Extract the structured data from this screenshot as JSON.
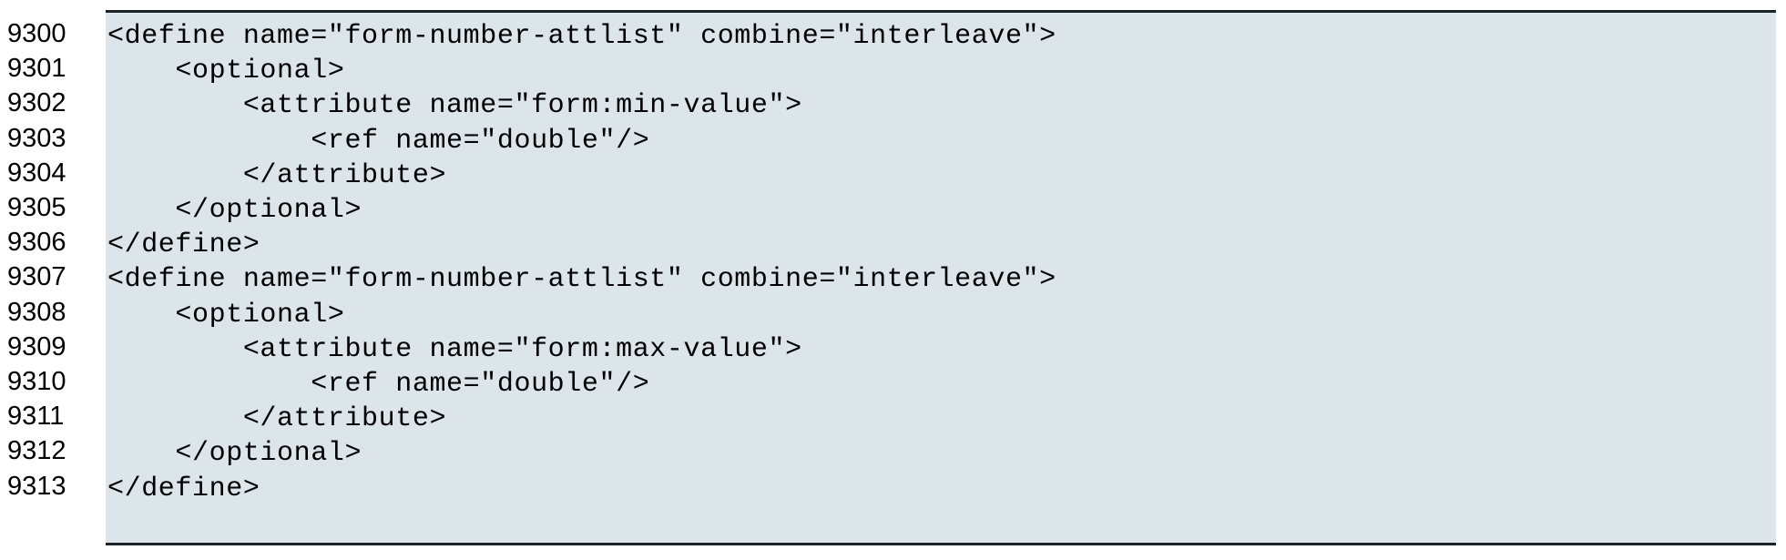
{
  "listing": {
    "language": "relaxng-xml",
    "background_color": "#dbe5ea",
    "border_color": "#1a2328",
    "text_color": "#000000",
    "first_line_number": 9300,
    "last_line_number": 9313,
    "lines": [
      {
        "number": "9300",
        "code": "<define name=\"form-number-attlist\" combine=\"interleave\">"
      },
      {
        "number": "9301",
        "code": "    <optional>"
      },
      {
        "number": "9302",
        "code": "        <attribute name=\"form:min-value\">"
      },
      {
        "number": "9303",
        "code": "            <ref name=\"double\"/>"
      },
      {
        "number": "9304",
        "code": "        </attribute>"
      },
      {
        "number": "9305",
        "code": "    </optional>"
      },
      {
        "number": "9306",
        "code": "</define>"
      },
      {
        "number": "9307",
        "code": "<define name=\"form-number-attlist\" combine=\"interleave\">"
      },
      {
        "number": "9308",
        "code": "    <optional>"
      },
      {
        "number": "9309",
        "code": "        <attribute name=\"form:max-value\">"
      },
      {
        "number": "9310",
        "code": "            <ref name=\"double\"/>"
      },
      {
        "number": "9311",
        "code": "        </attribute>"
      },
      {
        "number": "9312",
        "code": "    </optional>"
      },
      {
        "number": "9313",
        "code": "</define>"
      }
    ]
  }
}
